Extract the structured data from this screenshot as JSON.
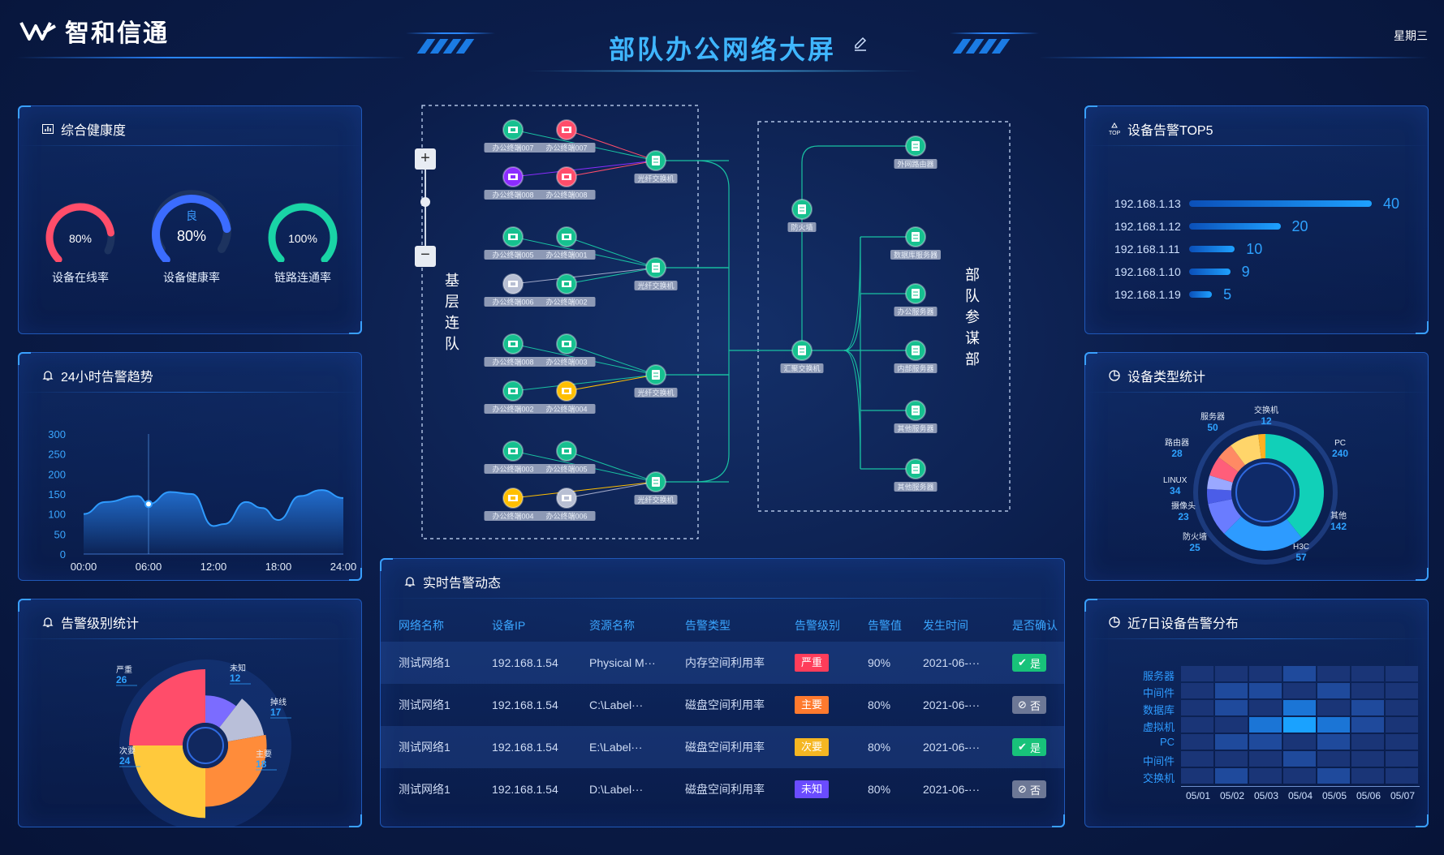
{
  "header": {
    "logo_text": "智和信通",
    "title": "部队办公网络大屏",
    "weekday": "星期三"
  },
  "health": {
    "title": "综合健康度",
    "gauges": [
      {
        "value": "80%",
        "label": "设备在线率",
        "ratio": 0.8,
        "color": "#ff4d6a"
      },
      {
        "value": "80%",
        "label": "设备健康率",
        "ratio": 0.8,
        "color": "#3b6cff",
        "grade": "良"
      },
      {
        "value": "100%",
        "label": "链路连通率",
        "ratio": 1.0,
        "color": "#19d4a6"
      }
    ]
  },
  "trend": {
    "title": "24小时告警趋势",
    "chart_data": {
      "type": "area",
      "x": [
        "00:00",
        "06:00",
        "12:00",
        "18:00",
        "24:00"
      ],
      "y_ticks": [
        "300",
        "250",
        "200",
        "150",
        "100",
        "50",
        "0"
      ],
      "ylim": [
        0,
        300
      ],
      "series": [
        {
          "values": [
            [
              0,
              100
            ],
            [
              2,
              130
            ],
            [
              5,
              145
            ],
            [
              6,
              125
            ],
            [
              8,
              155
            ],
            [
              10,
              150
            ],
            [
              12,
              70
            ],
            [
              13,
              75
            ],
            [
              15,
              130
            ],
            [
              16.5,
              115
            ],
            [
              18,
              85
            ],
            [
              20,
              145
            ],
            [
              22,
              160
            ],
            [
              24,
              140
            ]
          ]
        }
      ],
      "highlight_x": 6
    }
  },
  "level": {
    "title": "告警级别统计",
    "chart_data": {
      "type": "pie",
      "slices": [
        {
          "name": "严重",
          "value": 26,
          "color": "#ff4d6a"
        },
        {
          "name": "未知",
          "value": 12,
          "color": "#7b6cff"
        },
        {
          "name": "掉线",
          "value": 17,
          "color": "#b9bfd9"
        },
        {
          "name": "主要",
          "value": 18,
          "color": "#ff8c3a"
        },
        {
          "name": "次要",
          "value": 24,
          "color": "#ffc93c"
        }
      ]
    }
  },
  "topology": {
    "left_group_label": [
      "基",
      "层",
      "连",
      "队"
    ],
    "right_group_label": [
      "部",
      "队",
      "参",
      "谋",
      "部"
    ],
    "terminal_labels": [
      "办公终端007",
      "办公终端007",
      "办公终端008",
      "办公终端008",
      "办公终端005",
      "办公终端001",
      "办公终端006",
      "办公终端002",
      "办公终端008",
      "办公终端003",
      "办公终端002",
      "办公终端004",
      "办公终端003",
      "办公终端005",
      "办公终端004",
      "办公终端006"
    ],
    "fiber_switch_label": "光纤交换机",
    "core_switch_label": "汇聚交换机",
    "firewall_label": "防火墙",
    "router_label": "外网路由器",
    "server_labels": [
      "数据库服务器",
      "办公服务器",
      "内部服务器",
      "其他服务器",
      "其他服务器"
    ]
  },
  "alarms": {
    "title": "实时告警动态",
    "columns": [
      "网络名称",
      "设备IP",
      "资源名称",
      "告警类型",
      "告警级别",
      "告警值",
      "发生时间",
      "是否确认"
    ],
    "rows": [
      {
        "net": "测试网络1",
        "ip": "192.168.1.54",
        "res": "Physical M···",
        "type": "内存空间利用率",
        "level": "严重",
        "level_color": "#ff3d5a",
        "value": "90%",
        "time": "2021-06-···",
        "ack": "是",
        "ack_color": "#18c27a"
      },
      {
        "net": "测试网络1",
        "ip": "192.168.1.54",
        "res": "C:\\Label···",
        "type": "磁盘空间利用率",
        "level": "主要",
        "level_color": "#ff7a2e",
        "value": "80%",
        "time": "2021-06-···",
        "ack": "否",
        "ack_color": "#6d7896"
      },
      {
        "net": "测试网络1",
        "ip": "192.168.1.54",
        "res": "E:\\Label···",
        "type": "磁盘空间利用率",
        "level": "次要",
        "level_color": "#f5b622",
        "value": "80%",
        "time": "2021-06-···",
        "ack": "是",
        "ack_color": "#18c27a"
      },
      {
        "net": "测试网络1",
        "ip": "192.168.1.54",
        "res": "D:\\Label···",
        "type": "磁盘空间利用率",
        "level": "未知",
        "level_color": "#6a4cff",
        "value": "80%",
        "time": "2021-06-···",
        "ack": "否",
        "ack_color": "#6d7896"
      }
    ]
  },
  "top5": {
    "title": "设备告警TOP5",
    "chart_data": {
      "type": "bar",
      "categories": [
        "192.168.1.13",
        "192.168.1.12",
        "192.168.1.11",
        "192.168.1.10",
        "192.168.1.19"
      ],
      "values": [
        40,
        20,
        10,
        9,
        5
      ],
      "labels": [
        "40",
        "20",
        "10",
        "9",
        "5"
      ]
    }
  },
  "device_type": {
    "title": "设备类型统计",
    "chart_data": {
      "type": "pie",
      "slices": [
        {
          "name": "PC",
          "value": 240,
          "color": "#11d0b8"
        },
        {
          "name": "其他",
          "value": 142,
          "color": "#2d9bff"
        },
        {
          "name": "H3C",
          "value": 57,
          "color": "#6a7cff"
        },
        {
          "name": "防火墙",
          "value": 25,
          "color": "#4b5de8"
        },
        {
          "name": "摄像头",
          "value": 23,
          "color": "#9aa8ff"
        },
        {
          "name": "LINUX",
          "value": 34,
          "color": "#ff5e7a"
        },
        {
          "name": "路由器",
          "value": 28,
          "color": "#ff8a64"
        },
        {
          "name": "服务器",
          "value": 50,
          "color": "#ffd56a"
        },
        {
          "name": "交换机",
          "value": 12,
          "color": "#ffb020"
        }
      ],
      "labels": [
        {
          "name": "服务器",
          "value": "50"
        },
        {
          "name": "交换机",
          "value": "12"
        },
        {
          "name": "路由器",
          "value": "28"
        },
        {
          "name": "PC",
          "value": "240"
        },
        {
          "name": "LINUX",
          "value": "34"
        },
        {
          "name": "摄像头",
          "value": "23"
        },
        {
          "name": "其他",
          "value": "142"
        },
        {
          "name": "防火墙",
          "value": "25"
        },
        {
          "name": "H3C",
          "value": "57"
        }
      ]
    }
  },
  "heatmap": {
    "title": "近7日设备告警分布",
    "chart_data": {
      "type": "heatmap",
      "rows": [
        "服务器",
        "中间件",
        "数据库",
        "虚拟机",
        "PC",
        "中间件",
        "交换机"
      ],
      "cols": [
        "05/01",
        "05/02",
        "05/03",
        "05/04",
        "05/05",
        "05/06",
        "05/07"
      ],
      "values": [
        [
          1,
          1,
          1,
          2,
          1,
          1,
          1
        ],
        [
          1,
          2,
          2,
          1,
          2,
          1,
          1
        ],
        [
          1,
          2,
          1,
          3,
          1,
          2,
          1
        ],
        [
          1,
          1,
          3,
          4,
          3,
          2,
          1
        ],
        [
          1,
          2,
          2,
          1,
          2,
          1,
          1
        ],
        [
          1,
          1,
          1,
          2,
          1,
          1,
          1
        ],
        [
          1,
          2,
          1,
          1,
          2,
          1,
          1
        ]
      ]
    }
  }
}
